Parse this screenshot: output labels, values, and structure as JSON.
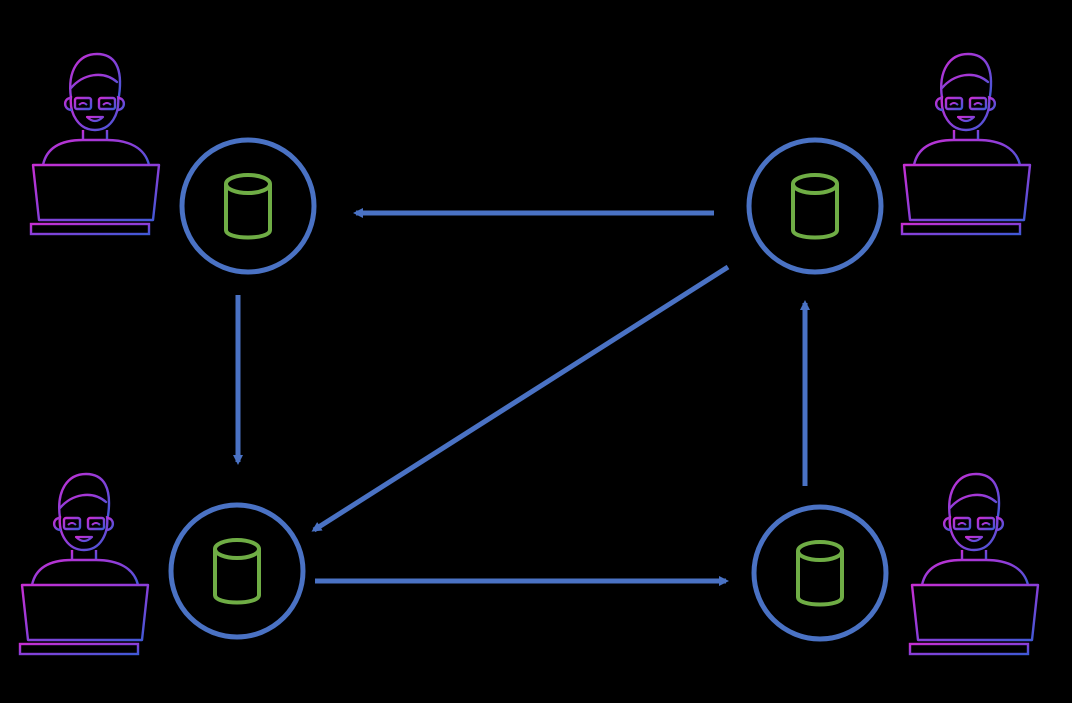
{
  "colors": {
    "background": "#000000",
    "node_ring": "#4a72c4",
    "database": "#6fad45",
    "arrow": "#4a72c4",
    "user_gradient_start": "#c62fd2",
    "user_gradient_mid": "#8a3fd9",
    "user_gradient_end": "#3f5ad6"
  },
  "icons": {
    "node": "database-icon",
    "user": "developer-laptop-icon"
  },
  "nodes": [
    {
      "id": "top-left"
    },
    {
      "id": "top-right"
    },
    {
      "id": "bottom-left"
    },
    {
      "id": "bottom-right"
    }
  ],
  "edges": [
    {
      "from": "top-right",
      "to": "top-left"
    },
    {
      "from": "top-left",
      "to": "bottom-left"
    },
    {
      "from": "top-right",
      "to": "bottom-left"
    },
    {
      "from": "bottom-left",
      "to": "bottom-right"
    },
    {
      "from": "bottom-right",
      "to": "top-right"
    }
  ]
}
